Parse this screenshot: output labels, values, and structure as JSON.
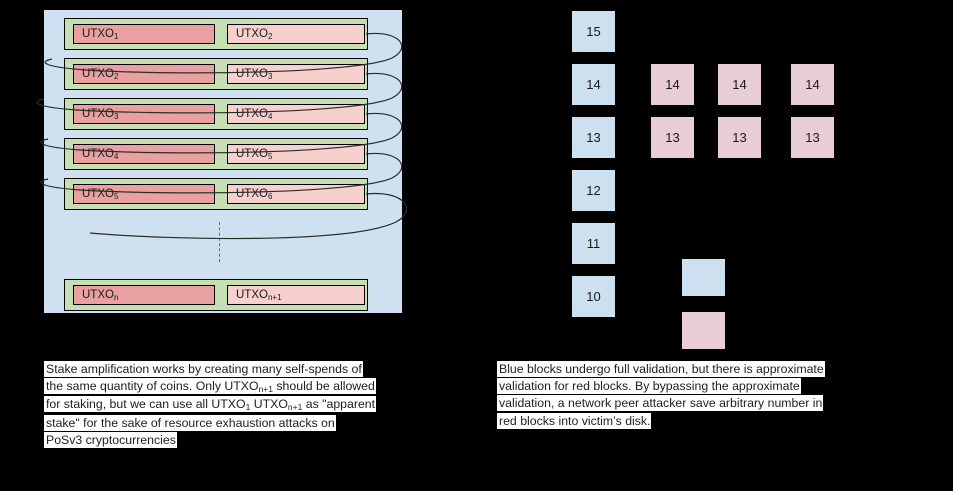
{
  "figure": {
    "left_panel": {
      "name": "stake-amplification-diagram",
      "background_color": "#cfe0f0",
      "row_band_color": "#c6dfb2",
      "spent_color": "#e8a0a0",
      "unspent_color": "#f6d0cd",
      "rows": [
        {
          "spent": "UTXO",
          "spent_sub": "1",
          "unspent": "UTXO",
          "unspent_sub": "2"
        },
        {
          "spent": "UTXO",
          "spent_sub": "2",
          "unspent": "UTXO",
          "unspent_sub": "3"
        },
        {
          "spent": "UTXO",
          "spent_sub": "3",
          "unspent": "UTXO",
          "unspent_sub": "4"
        },
        {
          "spent": "UTXO",
          "spent_sub": "4",
          "unspent": "UTXO",
          "unspent_sub": "5"
        },
        {
          "spent": "UTXO",
          "spent_sub": "5",
          "unspent": "UTXO",
          "unspent_sub": "6"
        },
        {
          "spent": "UTXO",
          "spent_sub": "n",
          "unspent": "UTXO",
          "unspent_sub": "n+1"
        }
      ],
      "ellipsis_marker": "vertical-dashed"
    },
    "right_panel": {
      "name": "block-validation-diagram",
      "blue_color": "#cde0f0",
      "pink_color": "#e8ccd7",
      "rows": [
        {
          "height": "15",
          "blocks": [
            {
              "label": "15",
              "kind": "blue"
            }
          ]
        },
        {
          "height": "14",
          "blocks": [
            {
              "label": "14",
              "kind": "blue"
            },
            {
              "label": "14",
              "kind": "pink"
            },
            {
              "label": "14",
              "kind": "pink"
            },
            {
              "label": "14",
              "kind": "pink"
            }
          ]
        },
        {
          "height": "13",
          "blocks": [
            {
              "label": "13",
              "kind": "blue"
            },
            {
              "label": "13",
              "kind": "pink"
            },
            {
              "label": "13",
              "kind": "pink"
            },
            {
              "label": "13",
              "kind": "pink"
            }
          ]
        },
        {
          "height": "12",
          "blocks": [
            {
              "label": "12",
              "kind": "blue"
            }
          ]
        },
        {
          "height": "11",
          "blocks": [
            {
              "label": "11",
              "kind": "blue"
            }
          ]
        },
        {
          "height": "10",
          "blocks": [
            {
              "label": "10",
              "kind": "blue"
            }
          ]
        }
      ],
      "legend": [
        {
          "label": "",
          "kind": "blue"
        },
        {
          "label": "",
          "kind": "pink"
        }
      ]
    }
  },
  "captions": {
    "left": {
      "lines": [
        "Stake amplification works by creating many self-spends of",
        "the same quantity of coins. Only UTXO@n+1@ should be allowed",
        "for staking, but we can use all UTXO@1@ UTXO@n+1@ as \"apparent",
        "stake\" for the sake of resource exhaustion attacks on",
        "PoSv3 cryptocurrencies"
      ]
    },
    "right": {
      "lines": [
        "Blue blocks undergo full validation, but there is approximate",
        "validation for red blocks. By bypassing the approximate",
        "validation, a network peer attacker save arbitrary number in",
        "red blocks into victim’s disk."
      ]
    }
  }
}
